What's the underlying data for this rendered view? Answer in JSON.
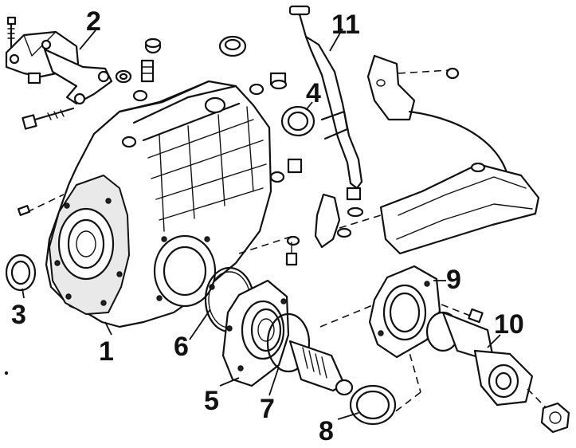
{
  "figure": {
    "type": "exploded-parts-diagram",
    "callouts": [
      {
        "id": "1",
        "label": "1"
      },
      {
        "id": "2",
        "label": "2"
      },
      {
        "id": "3",
        "label": "3"
      },
      {
        "id": "4",
        "label": "4"
      },
      {
        "id": "5",
        "label": "5"
      },
      {
        "id": "6",
        "label": "6"
      },
      {
        "id": "7",
        "label": "7"
      },
      {
        "id": "8",
        "label": "8"
      },
      {
        "id": "9",
        "label": "9"
      },
      {
        "id": "10",
        "label": "10"
      },
      {
        "id": "11",
        "label": "11"
      }
    ]
  }
}
